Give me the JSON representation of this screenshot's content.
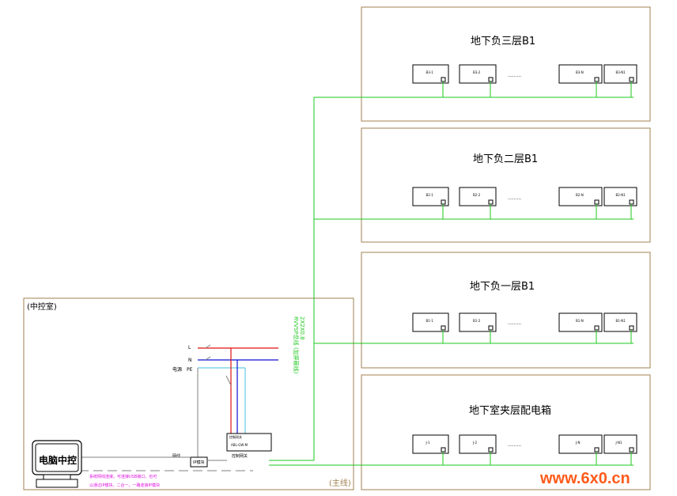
{
  "floors": [
    {
      "title": "地下负三层B1",
      "devices": [
        "B3-1",
        "B3-2",
        "B3-N",
        "B3-N1"
      ]
    },
    {
      "title": "地下负二层B1",
      "devices": [
        "B2-1",
        "B2-2",
        "B2-N",
        "B2-N1"
      ]
    },
    {
      "title": "地下负一层B1",
      "devices": [
        "B1-1",
        "B1-2",
        "B1-N",
        "B1-N1"
      ]
    },
    {
      "title": "地下室夹层配电箱",
      "devices": [
        "J-1",
        "J-2",
        "J-N",
        "J-N1"
      ]
    }
  ],
  "ellipsis": "·········",
  "control_room": {
    "label": "(中控室)",
    "main_line": "(主线)",
    "monitor_label": "电脑中控",
    "power": {
      "L": "L",
      "N": "N",
      "PE": "PE",
      "label": "电源"
    },
    "network_label": "网线",
    "ip_box": "IP模块",
    "gateway_box_top": "控制网关",
    "gateway_box_mid": "ABL-GW-M",
    "gateway_caption": "控制网关",
    "bus_label_1": "RVVSP总线 (加屏蔽线)",
    "bus_label_2": "2X2X0.8",
    "note_1": "系统网线连接，可连接USB接口，也可",
    "note_2": "以通过IP模块，二合一，一路连接IP模块"
  },
  "watermark": "www.6x0.cn"
}
